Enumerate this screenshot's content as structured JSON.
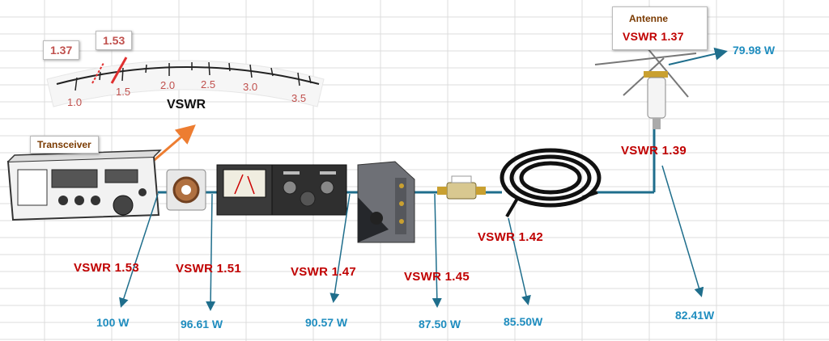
{
  "meter": {
    "label": "VSWR",
    "scale_labels": [
      "1.0",
      "1.5",
      "2.0",
      "2.5",
      "3.0",
      "3.5"
    ],
    "previous_value": "1.37",
    "current_value": "1.53"
  },
  "transceiver": {
    "title": "Transceiver"
  },
  "antenna": {
    "title": "Antenne",
    "vswr": "VSWR 1.37",
    "power": "79.98 W"
  },
  "chain": [
    {
      "vswr": "VSWR  1.53",
      "power": "100 W"
    },
    {
      "vswr": "VSWR  1.51",
      "power": "96.61 W"
    },
    {
      "vswr": "VSWR  1.47",
      "power": "90.57 W"
    },
    {
      "vswr": "VSWR  1.45",
      "power": "87.50 W"
    },
    {
      "vswr": "VSWR  1.42",
      "power": "85.50W"
    },
    {
      "vswr": "VSWR  1.39",
      "power": "82.41W"
    }
  ],
  "colors": {
    "vswr_text": "#c00000",
    "power_text": "#1f8dbf",
    "connector_line": "#1f6e8c",
    "meter_pointer": "#e03030",
    "arrow": "#ed7d31"
  }
}
